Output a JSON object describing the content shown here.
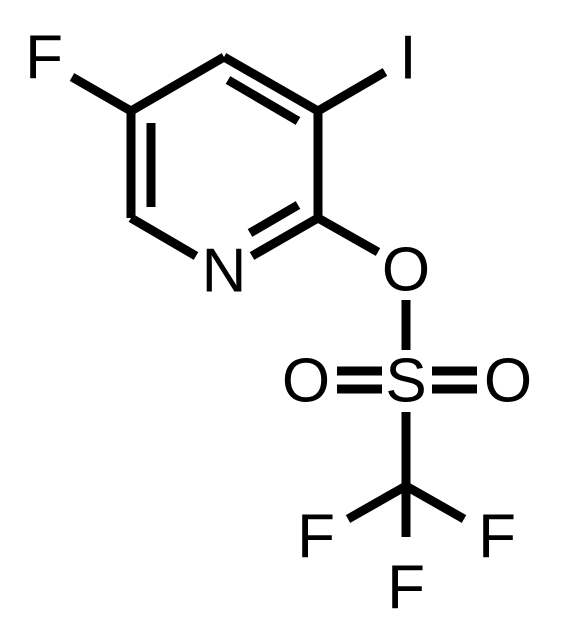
{
  "molecule": {
    "atoms": {
      "F5": "F",
      "I3": "I",
      "N1": "N",
      "O_ester": "O",
      "S": "S",
      "O_left": "O",
      "O_right": "O",
      "F_left": "F",
      "F_right": "F",
      "F_bottom": "F"
    }
  },
  "colors": {
    "ink": "#000000",
    "background": "#ffffff"
  }
}
